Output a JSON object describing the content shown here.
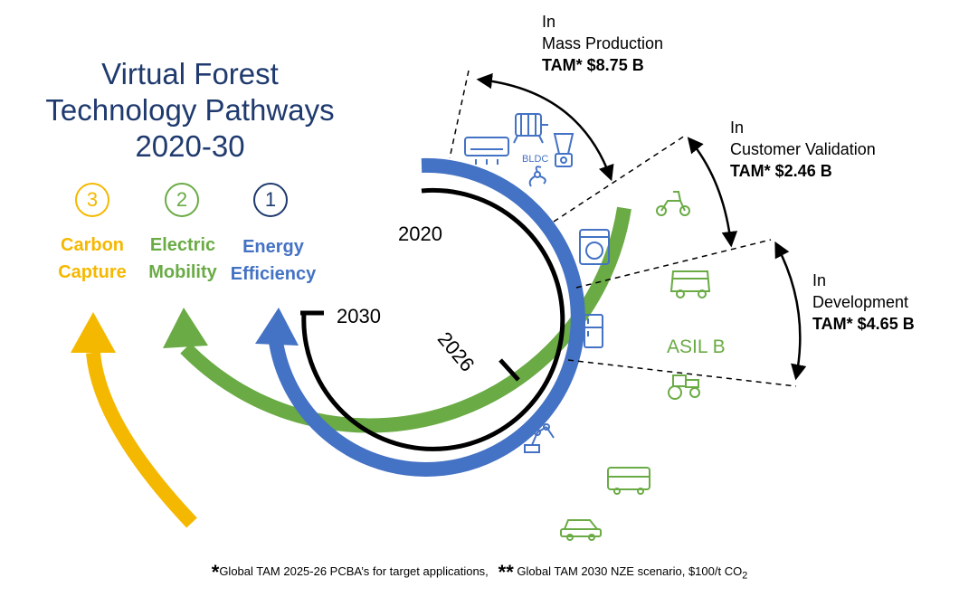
{
  "title": {
    "line1": "Virtual Forest",
    "line2": "Technology Pathways",
    "line3": "2020-30"
  },
  "pathways": [
    {
      "number": "3",
      "label1": "Carbon",
      "label2": "Capture",
      "color": "#f5b800"
    },
    {
      "number": "2",
      "label1": "Electric",
      "label2": "Mobility",
      "color": "#6aab45"
    },
    {
      "number": "1",
      "label1": "Energy",
      "label2": "Efficiency",
      "color": "#4472c4"
    }
  ],
  "years": {
    "y2020": "2020",
    "y2026": "2026",
    "y2030": "2030"
  },
  "stages": [
    {
      "line1": "In",
      "line2": "Mass Production",
      "tam": "TAM* $8.75 B"
    },
    {
      "line1": "In",
      "line2": "Customer Validation",
      "tam": "TAM* $2.46 B"
    },
    {
      "line1": "In",
      "line2": "Development",
      "tam": "TAM* $4.65 B"
    }
  ],
  "asil": "ASIL B",
  "bldc": "BLDC",
  "footnote": {
    "star1": "*",
    "text1": "Global TAM 2025-26 PCBA’s for target applications,",
    "star2": "**",
    "text2": "Global TAM 2030 NZE scenario, $100/t CO",
    "sub": "2"
  },
  "icons": [
    "air-conditioner-icon",
    "motor-icon",
    "blender-icon",
    "fan-icon",
    "washing-machine-icon",
    "refrigerator-icon",
    "robot-arm-icon",
    "scooter-icon",
    "auto-rickshaw-icon",
    "tractor-icon",
    "bus-icon",
    "car-icon"
  ]
}
